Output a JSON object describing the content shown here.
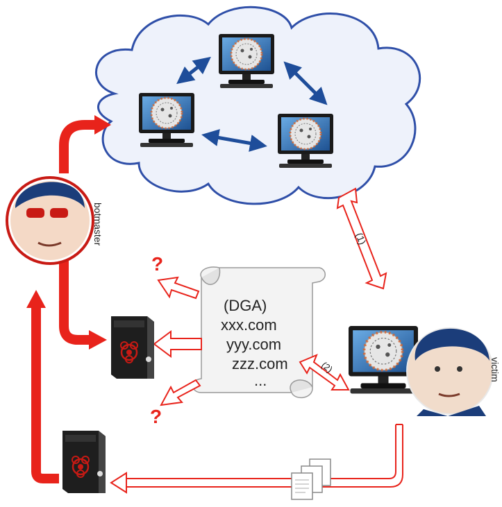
{
  "labels": {
    "botmaster": "botmaster",
    "victim": "victim",
    "step1": "(1)",
    "step2": "(2)",
    "question": "?"
  },
  "scroll": {
    "lines": [
      "(DGA)",
      "xxx.com",
      "yyy.com",
      "zzz.com",
      "..."
    ]
  },
  "colors": {
    "red_arrow": "#e8231b",
    "blue_arrow": "#1e4d9a",
    "outline_arrow": "#e8231b",
    "cloud_outline": "#2f4fa8",
    "cloud_fill": "#eef2fb",
    "server_body": "#2a2a2a",
    "biohazard": "#c81a14"
  },
  "icons": [
    "infected-monitor-icon",
    "server-tower-icon",
    "biohazard-icon",
    "documents-icon",
    "botmaster-face",
    "victim-face",
    "scroll-icon"
  ]
}
